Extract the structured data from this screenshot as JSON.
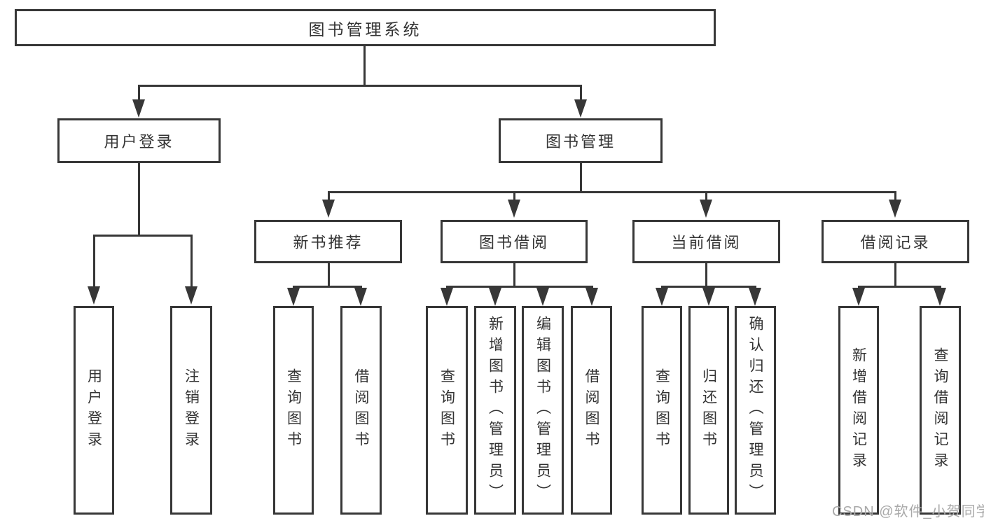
{
  "diagram": {
    "title": "图书管理系统",
    "root": {
      "label": "图书管理系统"
    },
    "level2": [
      {
        "label": "用户登录"
      },
      {
        "label": "图书管理"
      }
    ],
    "level3": [
      {
        "label": "新书推荐"
      },
      {
        "label": "图书借阅"
      },
      {
        "label": "当前借阅"
      },
      {
        "label": "借阅记录"
      }
    ],
    "leaves": {
      "login": [
        {
          "label": "用户登录"
        },
        {
          "label": "注销登录"
        }
      ],
      "recommend": [
        {
          "label": "查询图书"
        },
        {
          "label": "借阅图书"
        }
      ],
      "borrowing": [
        {
          "label": "查询图书"
        },
        {
          "label": "新增图书（管理员）"
        },
        {
          "label": "编辑图书（管理员）"
        },
        {
          "label": "借阅图书"
        }
      ],
      "current": [
        {
          "label": "查询图书"
        },
        {
          "label": "归还图书"
        },
        {
          "label": "确认归还（管理员）"
        }
      ],
      "records": [
        {
          "label": "新增借阅记录"
        },
        {
          "label": "查询借阅记录"
        }
      ]
    }
  },
  "watermark": {
    "text": "CSDN @软件_小贺同学"
  },
  "colors": {
    "line": "#373737",
    "box_border": "#373737",
    "text": "#333333",
    "watermark": "#a9a9a9",
    "background": "#ffffff"
  }
}
